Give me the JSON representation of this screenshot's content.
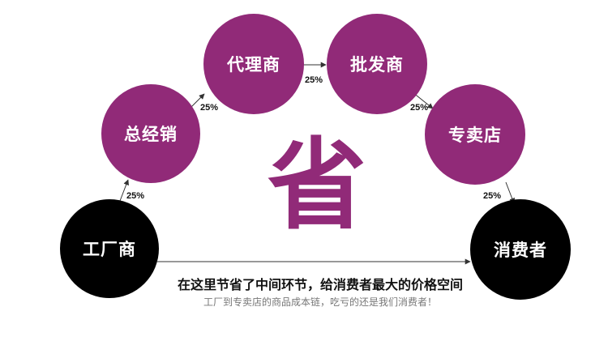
{
  "nodes": {
    "factory": "工厂商",
    "general_distributor": "总经销",
    "agent": "代理商",
    "wholesaler": "批发商",
    "store": "专卖店",
    "consumer": "消费者"
  },
  "markups": {
    "factory_to_general": "25%",
    "general_to_agent": "25%",
    "agent_to_wholesaler": "25%",
    "wholesaler_to_store": "25%",
    "store_to_consumer": "25%"
  },
  "center_char": "省",
  "headline": "在这里节省了中间环节，给消费者最大的价格空间",
  "subline": "工厂到专卖店的商品成本链，吃亏的还是我们消费者！",
  "colors": {
    "purple": "#912a78",
    "black": "#000000",
    "arrow": "#333333"
  }
}
